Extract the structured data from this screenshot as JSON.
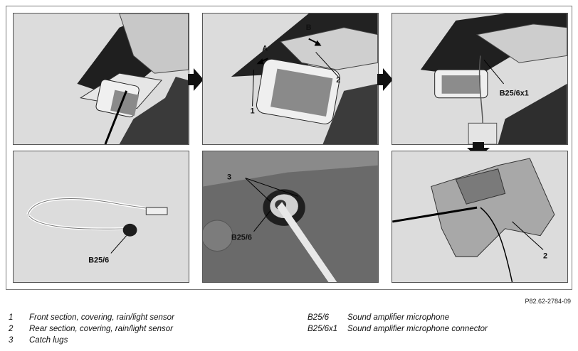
{
  "figure": {
    "panel_labels": {
      "p2_a": "A",
      "p2_b": "B",
      "p2_1": "1",
      "p2_2": "2",
      "p3_conn": "B25/6x1",
      "p4_mic": "B25/6",
      "p5_3": "3",
      "p5_mic": "B25/6",
      "p6_2": "2"
    },
    "reference": "P82.62-2784-09"
  },
  "legend": {
    "left": [
      {
        "key": "1",
        "text": "Front section, covering, rain/light sensor"
      },
      {
        "key": "2",
        "text": "Rear section, covering, rain/light sensor"
      },
      {
        "key": "3",
        "text": "Catch lugs"
      }
    ],
    "right": [
      {
        "key": "B25/6",
        "text": "Sound amplifier microphone"
      },
      {
        "key": "B25/6x1",
        "text": "Sound amplifier microphone connector"
      }
    ]
  },
  "colors": {
    "panel_bg": "#d6d6d6",
    "dark": "#1a1a1a",
    "mid": "#8c8c8c",
    "light": "#ececec"
  }
}
